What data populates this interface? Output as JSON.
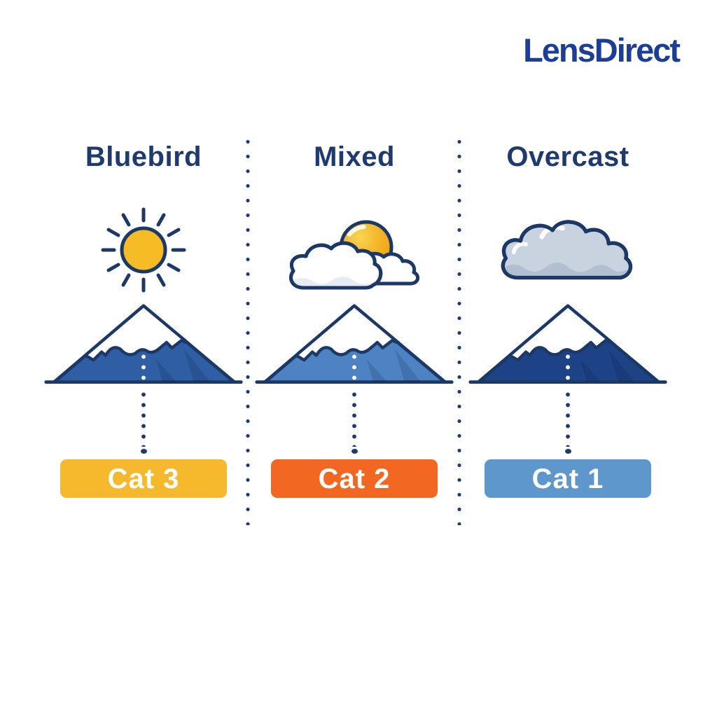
{
  "brand": {
    "logo_text": "LensDirect"
  },
  "colors": {
    "navy": "#1E3A6E",
    "outline": "#1B3866",
    "logo_blue": "#1C3E94",
    "sun_yellow": "#F5BC25",
    "cloud_gray": "#C9D3E0",
    "cloud_gray_dark": "#B2BFD0",
    "cloud_shade": "#E6ECF4",
    "snow": "#FFFFFF",
    "badge_text": "#FFFFFF"
  },
  "columns": [
    {
      "title": "Bluebird",
      "condition_icon": "sun-icon",
      "category_label": "Cat 3",
      "category_color": "#F6B92E",
      "mountain_color": "#2F5EA4"
    },
    {
      "title": "Mixed",
      "condition_icon": "sun-behind-clouds-icon",
      "category_label": "Cat 2",
      "category_color": "#F26822",
      "mountain_color": "#4D82C3"
    },
    {
      "title": "Overcast",
      "condition_icon": "cloud-icon",
      "category_label": "Cat 1",
      "category_color": "#5D97CC",
      "mountain_color": "#1D4285"
    }
  ]
}
